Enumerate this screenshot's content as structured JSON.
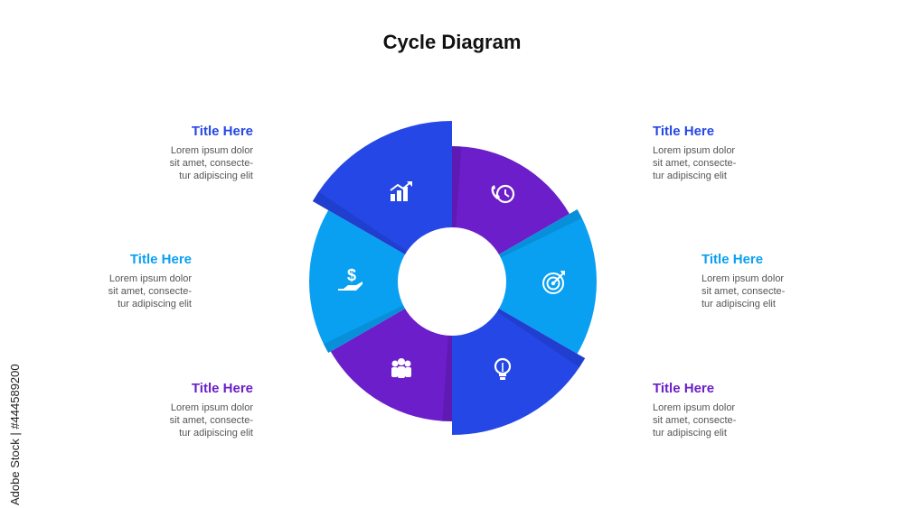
{
  "title": "Cycle Diagram",
  "watermark": "Adobe Stock | #444589200",
  "colors": {
    "blue": "#2447e6",
    "purple": "#6b1ec9",
    "cyan": "#0aa0f2",
    "ring": "#ffffff"
  },
  "segments": [
    {
      "color": "purple",
      "icon": "phone-clock-icon"
    },
    {
      "color": "cyan",
      "icon": "target-icon"
    },
    {
      "color": "blue",
      "icon": "lightbulb-icon"
    },
    {
      "color": "purple",
      "icon": "team-icon"
    },
    {
      "color": "cyan",
      "icon": "money-hand-icon"
    },
    {
      "color": "blue",
      "icon": "growth-chart-icon"
    }
  ],
  "blocks": [
    {
      "title": "Title Here",
      "text": [
        "Lorem ipsum dolor",
        "sit amet, consecte-",
        "tur adipiscing elit"
      ],
      "color": "blue"
    },
    {
      "title": "Title Here",
      "text": [
        "Lorem ipsum dolor",
        "sit amet, consecte-",
        "tur adipiscing elit"
      ],
      "color": "blue"
    },
    {
      "title": "Title Here",
      "text": [
        "Lorem ipsum dolor",
        "sit amet, consecte-",
        "tur adipiscing elit"
      ],
      "color": "cyan"
    },
    {
      "title": "Title Here",
      "text": [
        "Lorem ipsum dolor",
        "sit amet, consecte-",
        "tur adipiscing elit"
      ],
      "color": "cyan"
    },
    {
      "title": "Title Here",
      "text": [
        "Lorem ipsum dolor",
        "sit amet, consecte-",
        "tur adipiscing elit"
      ],
      "color": "purple"
    },
    {
      "title": "Title Here",
      "text": [
        "Lorem ipsum dolor",
        "sit amet, consecte-",
        "tur adipiscing elit"
      ],
      "color": "purple"
    }
  ]
}
